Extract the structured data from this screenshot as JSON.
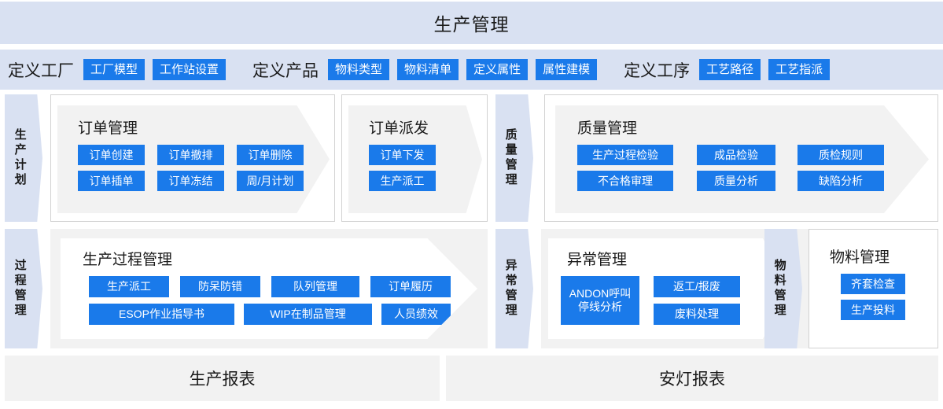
{
  "header": {
    "title": "生产管理"
  },
  "definition_band": {
    "groups": [
      {
        "label": "定义工厂",
        "chips": [
          "工厂模型",
          "工作站设置"
        ]
      },
      {
        "label": "定义产品",
        "chips": [
          "物料类型",
          "物料清单",
          "定义属性",
          "属性建模"
        ]
      },
      {
        "label": "定义工序",
        "chips": [
          "工艺路径",
          "工艺指派"
        ]
      }
    ]
  },
  "side_tabs": {
    "production_plan": "生产计划",
    "process_management": "过程管理",
    "quality_management": "质量管理",
    "exception_management": "异常管理",
    "material_management": "物料管理"
  },
  "panels": {
    "order_management": {
      "title": "订单管理",
      "buttons": [
        "订单创建",
        "订单撤排",
        "订单删除",
        "订单插单",
        "订单冻结",
        "周/月计划"
      ]
    },
    "order_dispatch": {
      "title": "订单派发",
      "buttons": [
        "订单下发",
        "生产派工"
      ]
    },
    "quality_management": {
      "title": "质量管理",
      "buttons": [
        "生产过程检验",
        "成品检验",
        "质检规则",
        "不合格审理",
        "质量分析",
        "缺陷分析"
      ]
    },
    "production_process": {
      "title": "生产过程管理",
      "buttons": [
        "生产派工",
        "防呆防错",
        "队列管理",
        "订单履历",
        "ESOP作业指导书",
        "WIP在制品管理",
        "人员绩效"
      ]
    },
    "exception_management": {
      "title": "异常管理",
      "buttons": [
        "ANDON呼叫 停线分析",
        "返工/报废",
        "废料处理"
      ]
    },
    "material_management": {
      "title": "物料管理",
      "buttons": [
        "齐套检查",
        "生产投料"
      ]
    }
  },
  "reports": {
    "production_report": "生产报表",
    "andon_report": "安灯报表"
  },
  "colors": {
    "accent_blue": "#1a7aea",
    "band_blue": "#d9e1f2",
    "panel_gray": "#f2f2f2"
  }
}
